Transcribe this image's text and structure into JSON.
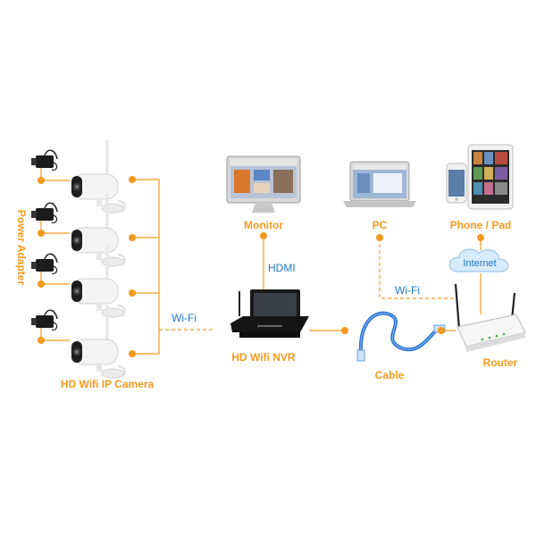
{
  "labels": {
    "power_adapter": "Power Adapter",
    "camera": "HD Wifi IP Camera",
    "wifi_left": "Wi-Fi",
    "monitor": "Monitor",
    "hdmi": "HDMI",
    "nvr": "HD Wifi NVR",
    "pc": "PC",
    "phone_pad": "Phone / Pad",
    "internet": "Internet",
    "wifi_right": "Wi-Fi",
    "cable": "Cable",
    "router": "Router"
  },
  "colors": {
    "orange": "#f39a1e",
    "blue": "#1f78c8",
    "dark": "#222222",
    "cable": "#2a6fd0"
  },
  "icons": [
    "power-adapter-icon",
    "bullet-camera-icon",
    "monitor-icon",
    "nvr-icon",
    "laptop-icon",
    "phone-icon",
    "tablet-icon",
    "cloud-icon",
    "ethernet-cable-icon",
    "router-icon"
  ]
}
